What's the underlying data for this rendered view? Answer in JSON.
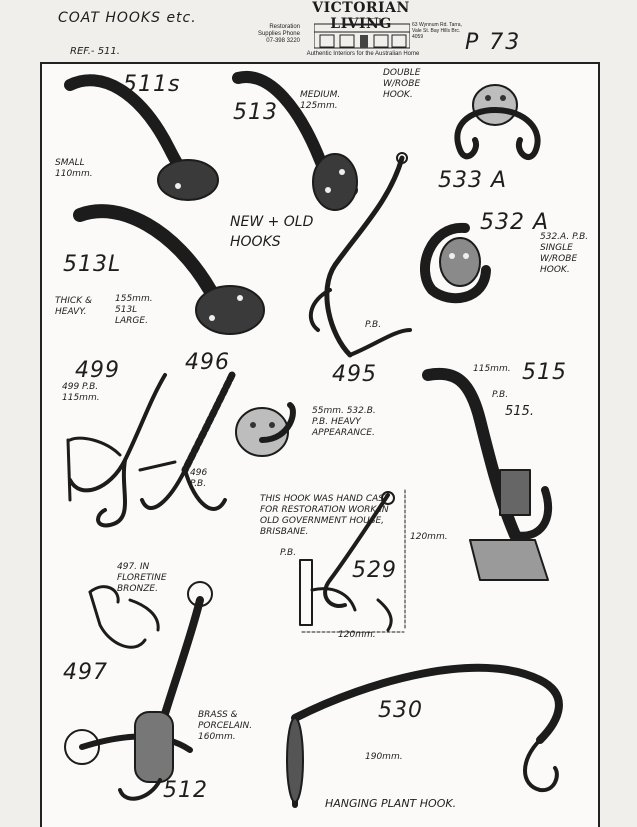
{
  "header": {
    "title": "COAT HOOKS etc.",
    "ref": "REF.- 511.",
    "page_number": "P 73",
    "logo": {
      "brand": "VICTORIAN LIVING",
      "left_lines": "Restoration Supplies Phone 07-398 3220",
      "right_lines": "63 Wynnum Rd. Tarra, Vale St. Bay Hills Brc. 4059",
      "tagline": "Authentic Interiors for the Australian Home"
    }
  },
  "items": {
    "i511s": {
      "number": "511s",
      "note": "SMALL 110mm."
    },
    "i513": {
      "number": "513",
      "note": "MEDIUM. 125mm."
    },
    "i533a": {
      "number": "533 A",
      "note": "DOUBLE W/ROBE HOOK."
    },
    "i532a": {
      "number": "532 A",
      "note": "532.A. P.B. SINGLE W/ROBE HOOK."
    },
    "i513l": {
      "number": "513L",
      "note": "THICK & HEAVY.",
      "note2": "155mm. 513L LARGE."
    },
    "center_note": "NEW + OLD HOOKS",
    "i495": {
      "number": "495",
      "note": "P.B."
    },
    "i499": {
      "number": "499",
      "note": "499 P.B. 115mm."
    },
    "i496": {
      "number": "496",
      "note": "496 P.B."
    },
    "i532b": {
      "note": "55mm. 532.B. P.B. HEAVY APPEARANCE."
    },
    "i515": {
      "number": "515",
      "note": "115mm.",
      "note2": "P.B.",
      "note3": "515."
    },
    "i529": {
      "number": "529",
      "note": "THIS HOOK WAS HAND CAST FOR RESTORATION WORK IN OLD GOVERNMENT HOUSE, BRISBANE.",
      "pb": "P.B.",
      "dim_h": "120mm.",
      "dim_w": "120mm."
    },
    "i497": {
      "number": "497",
      "note": "497. IN FLORETINE BRONZE."
    },
    "i512": {
      "number": "512",
      "note": "BRASS & PORCELAIN. 160mm."
    },
    "i530": {
      "number": "530",
      "note": "190mm.",
      "caption": "HANGING PLANT HOOK."
    }
  },
  "colors": {
    "ink": "#1c1c1c",
    "paper": "#fbfaf8",
    "page": "#f1efec"
  }
}
